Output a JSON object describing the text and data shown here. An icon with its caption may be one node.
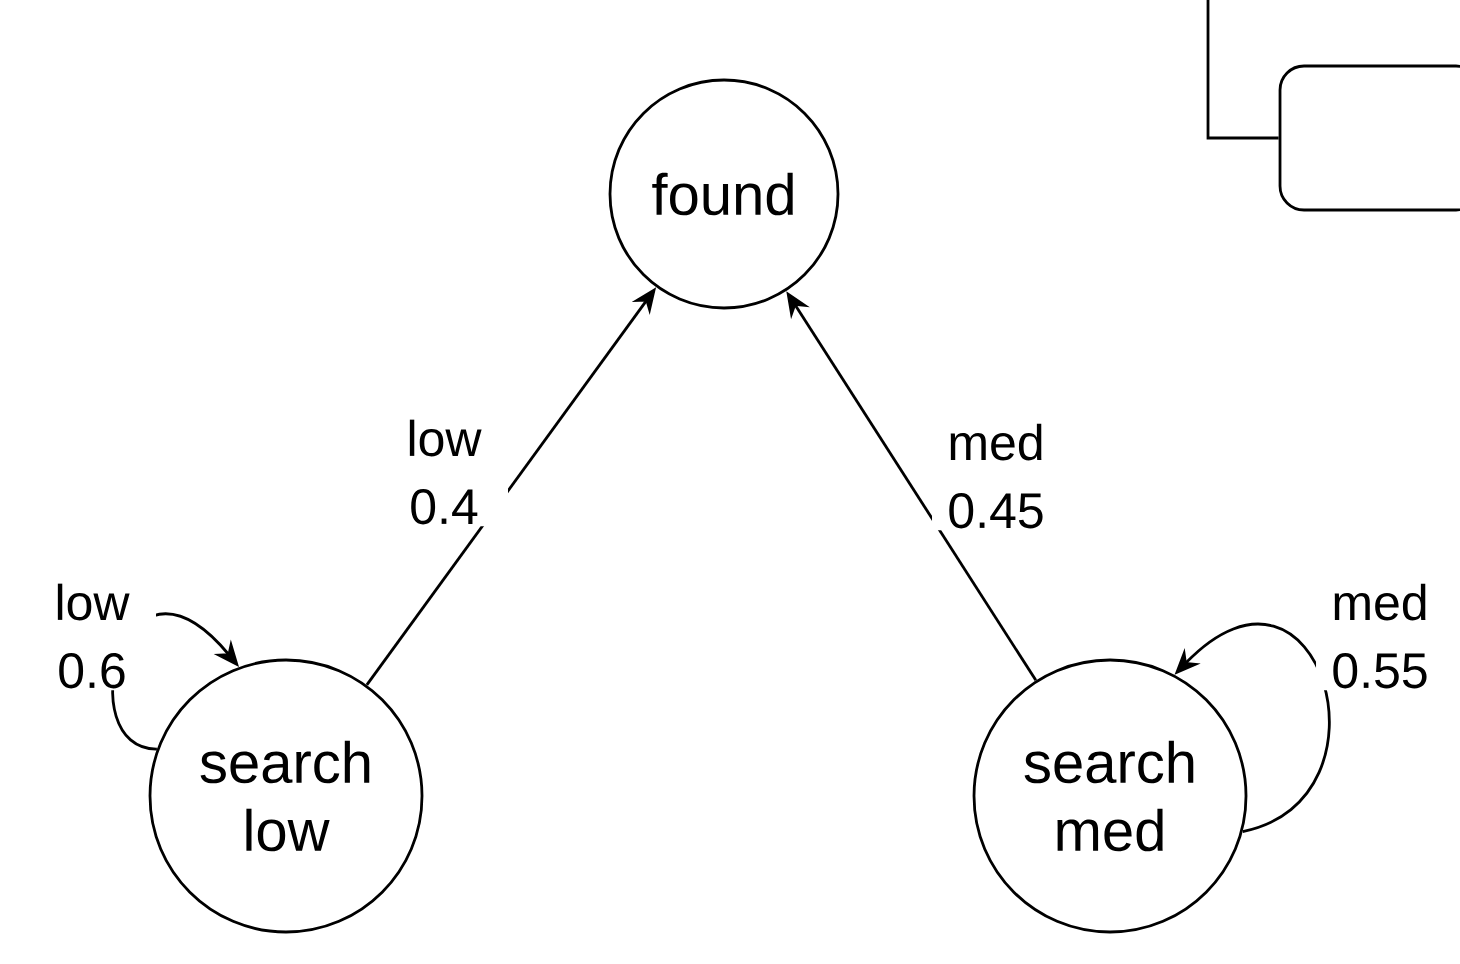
{
  "diagram": {
    "nodes": [
      {
        "text": [
          "found"
        ]
      },
      {
        "text": [
          "search low"
        ]
      },
      {
        "text": [
          "search med"
        ]
      },
      {
        "text": [],
        "shape": "box"
      }
    ],
    "edges": [
      {
        "from": 1,
        "to": 0,
        "arrow": "to",
        "label": "low 0.4"
      },
      {
        "from": 2,
        "to": 0,
        "arrow": "to",
        "label": "med 0.45"
      },
      {
        "from": 1,
        "to": 1,
        "arrow": "to",
        "label": "low 0.6"
      },
      {
        "from": 2,
        "to": 2,
        "arrow": "to",
        "label": "med 0.55"
      },
      {
        "from": null,
        "to": 3,
        "arrow": "none"
      }
    ]
  }
}
